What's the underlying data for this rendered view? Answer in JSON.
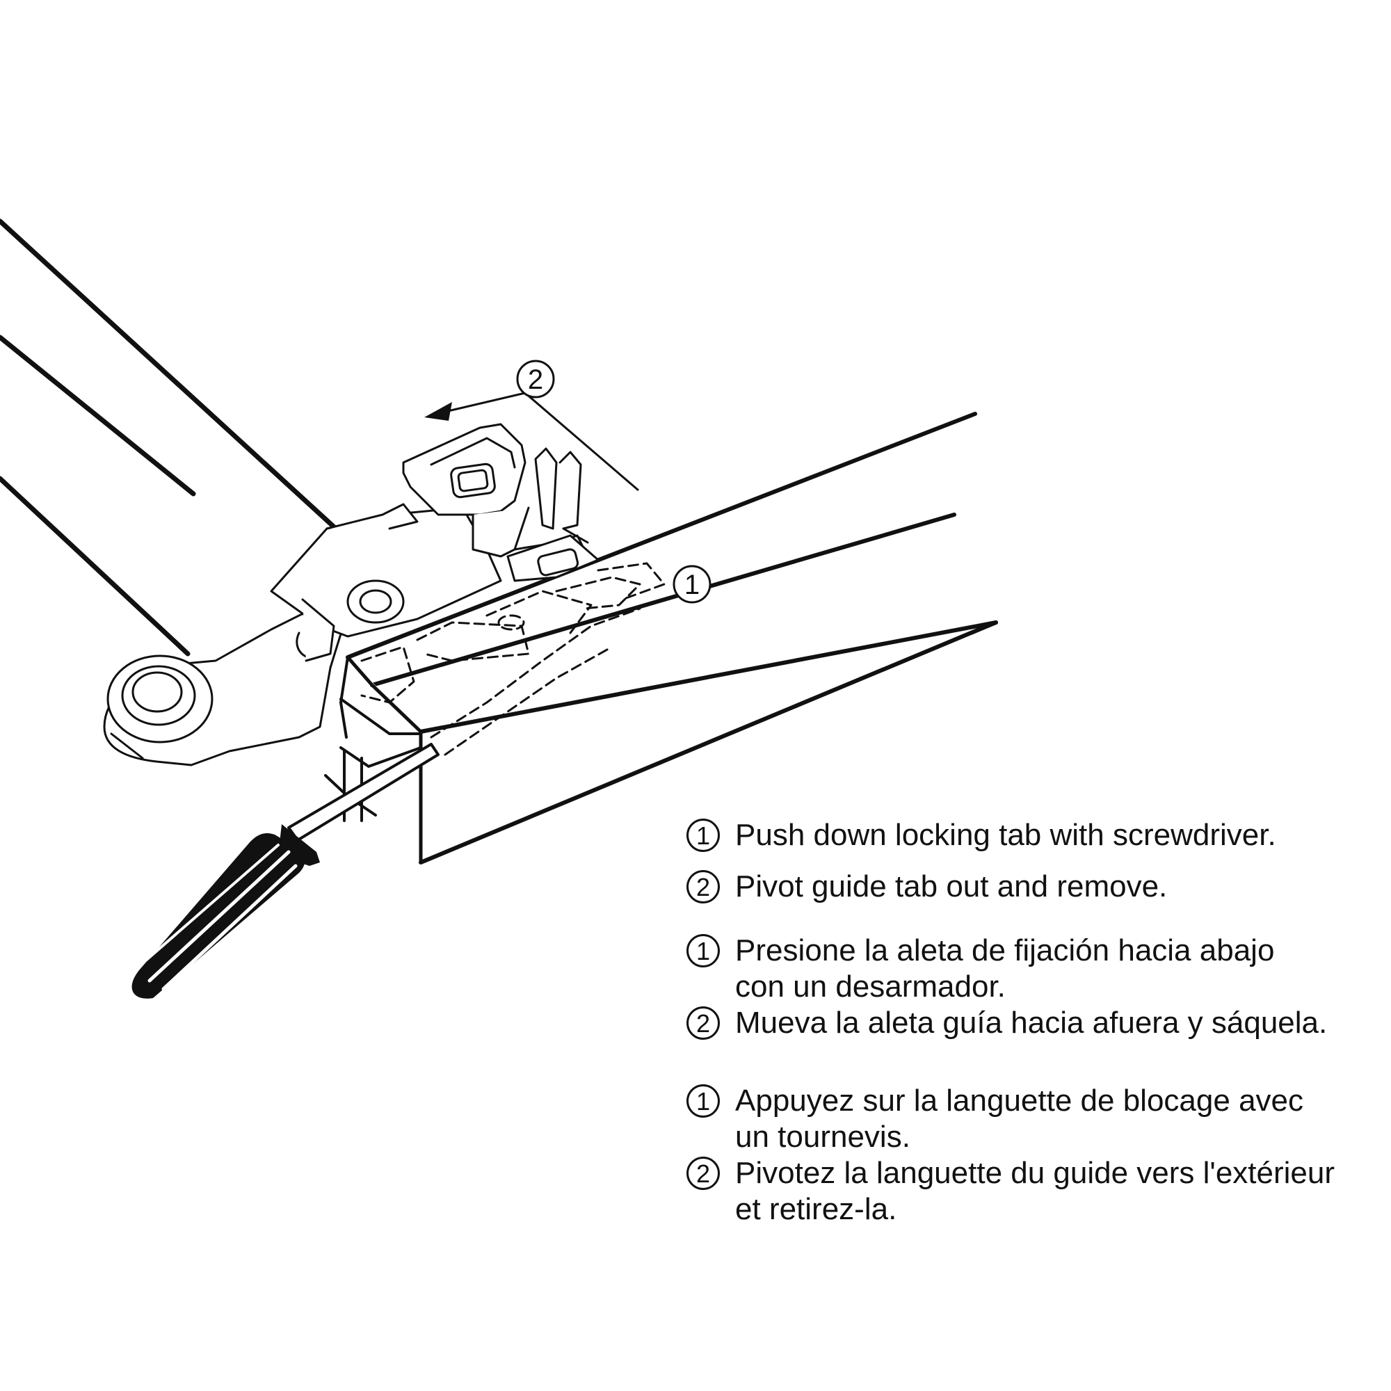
{
  "callouts": {
    "step1": "1",
    "step2": "2"
  },
  "instructions": {
    "english": [
      {
        "num": "1",
        "text": "Push down locking tab with screwdriver."
      },
      {
        "num": "2",
        "text": "Pivot guide tab out and remove."
      }
    ],
    "spanish": [
      {
        "num": "1",
        "line1": "Presione la aleta de fijación hacia abajo",
        "line2": "con un desarmador."
      },
      {
        "num": "2",
        "line1": "Mueva la aleta guía hacia afuera y sáquela."
      }
    ],
    "french": [
      {
        "num": "1",
        "line1": "Appuyez sur la languette de blocage avec",
        "line2": "un tournevis."
      },
      {
        "num": "2",
        "line1": "Pivotez la languette du guide vers l'extérieur",
        "line2": "et retirez-la."
      }
    ]
  }
}
